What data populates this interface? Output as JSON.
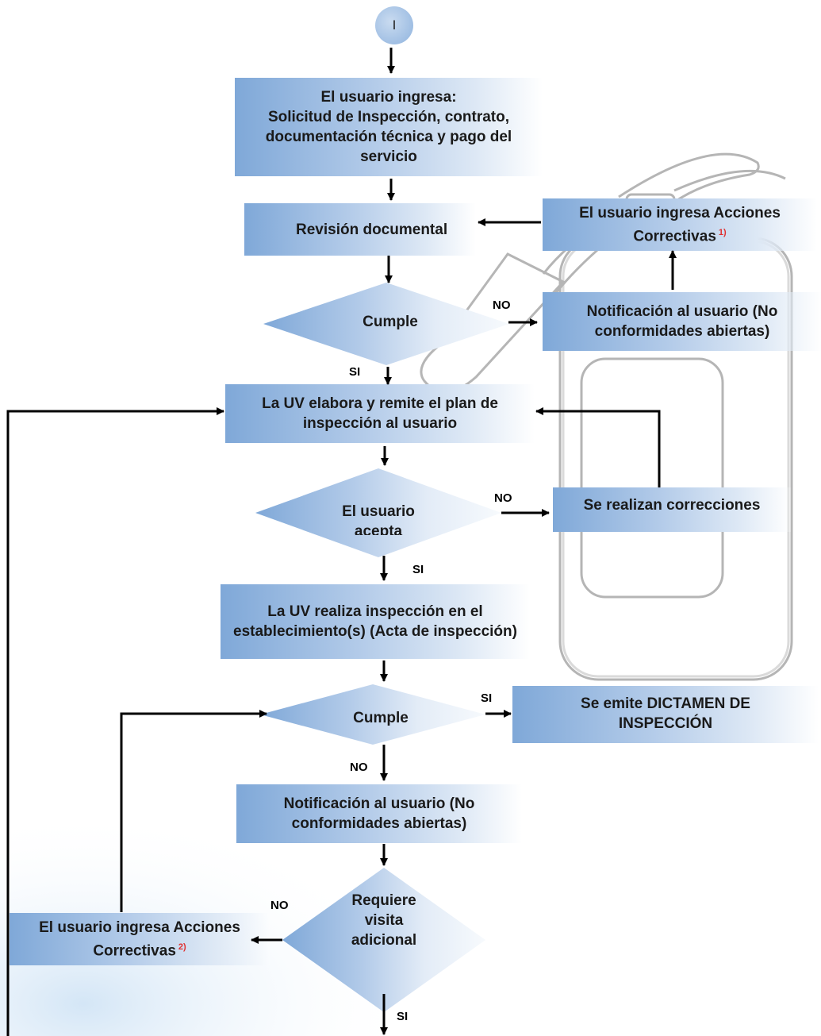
{
  "start": {
    "label": "I"
  },
  "boxes": {
    "ingreso": "El usuario ingresa:\nSolicitud de Inspección, contrato, documentación técnica y pago del servicio",
    "revision": "Revisión documental",
    "acciones1": {
      "text": "El usuario ingresa Acciones Correctivas",
      "note": "1)"
    },
    "notif1": "Notificación al usuario (No conformidades abiertas)",
    "plan": "La UV elabora y remite el plan de inspección al usuario",
    "correcciones": "Se realizan correcciones",
    "inspeccion": "La UV realiza inspección en el establecimiento(s) (Acta de inspección)",
    "dictamen": "Se emite DICTAMEN DE INSPECCIÓN",
    "notif2": "Notificación al usuario (No conformidades abiertas)",
    "acciones2": {
      "text": "El usuario ingresa Acciones Correctivas",
      "note": "2)"
    }
  },
  "decisions": {
    "cumple1": "Cumple",
    "acepta": "El usuario acepta",
    "cumple2": "Cumple",
    "visita": "Requiere visita adicional"
  },
  "labels": {
    "no1": "NO",
    "si1": "SI",
    "no2": "NO",
    "si2": "SI",
    "si3": "SI",
    "no3": "NO",
    "no4": "NO",
    "si4": "SI"
  },
  "colors": {
    "box_dark": "#7fa8d8",
    "box_light": "#dde8f5",
    "arrow": "#000000",
    "note": "#e03030"
  }
}
